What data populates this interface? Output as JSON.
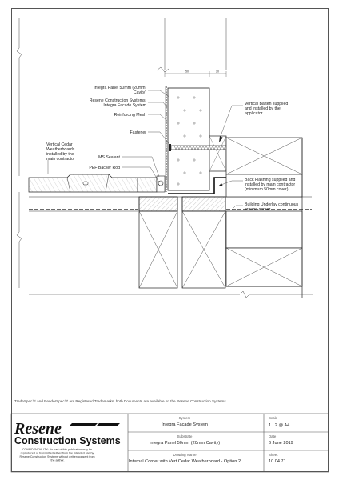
{
  "labels": {
    "integra_panel": [
      "Integra Panel 50mm (20mm",
      "Cavity)"
    ],
    "resene_systems": [
      "Resene Construction Systems",
      "Integra Facade System"
    ],
    "reinforcing_mesh": "Reinforcing Mesh",
    "fastener": "Fastener",
    "vertical_cedar": [
      "Vertical Cedar",
      "Weatherboards",
      "installed by the",
      "main contractor"
    ],
    "ms_sealant": "MS Sealant",
    "pef_backer_rod": "PEF Backer Rod",
    "vertical_batten": [
      "Vertical Batten supplied",
      "and installed by the",
      "applicator"
    ],
    "back_flashing": [
      "Back Flashing supplied and",
      "installed by main contractor",
      "(minimum 50mm cover)"
    ],
    "building_underlay": [
      "Building Underlay continuous",
      "around corner"
    ],
    "dim_left": "50",
    "dim_right": "20"
  },
  "trademark_note": "TradeSpec™ and RenderSpec™ are Registered Trademarks, both Documents are available on the Resene Construction Systems",
  "title_block": {
    "logo_top": "Resene",
    "logo_bottom": "Construction Systems",
    "confidentiality": [
      "CONFIDENTIALITY: No part of this publication may be",
      "reproduced or transmitted either from the intended use by",
      "Resene Construction Systems without written consent from",
      "the author."
    ],
    "system_label": "System",
    "system_value": "Integra Facade System",
    "substrate_label": "Substrate",
    "substrate_value": "Integra Panel 50mm (20mm Cavity)",
    "drawing_name_label": "Drawing Name",
    "drawing_name_value": "Internal Corner with Vert Cedar Weatherboard - Option 2",
    "scale_label": "Scale",
    "scale_value": "1 : 2 @ A4",
    "date_label": "Date",
    "date_value": "6 June 2019",
    "sheet_label": "Sheet",
    "sheet_value": "10.04.71"
  }
}
